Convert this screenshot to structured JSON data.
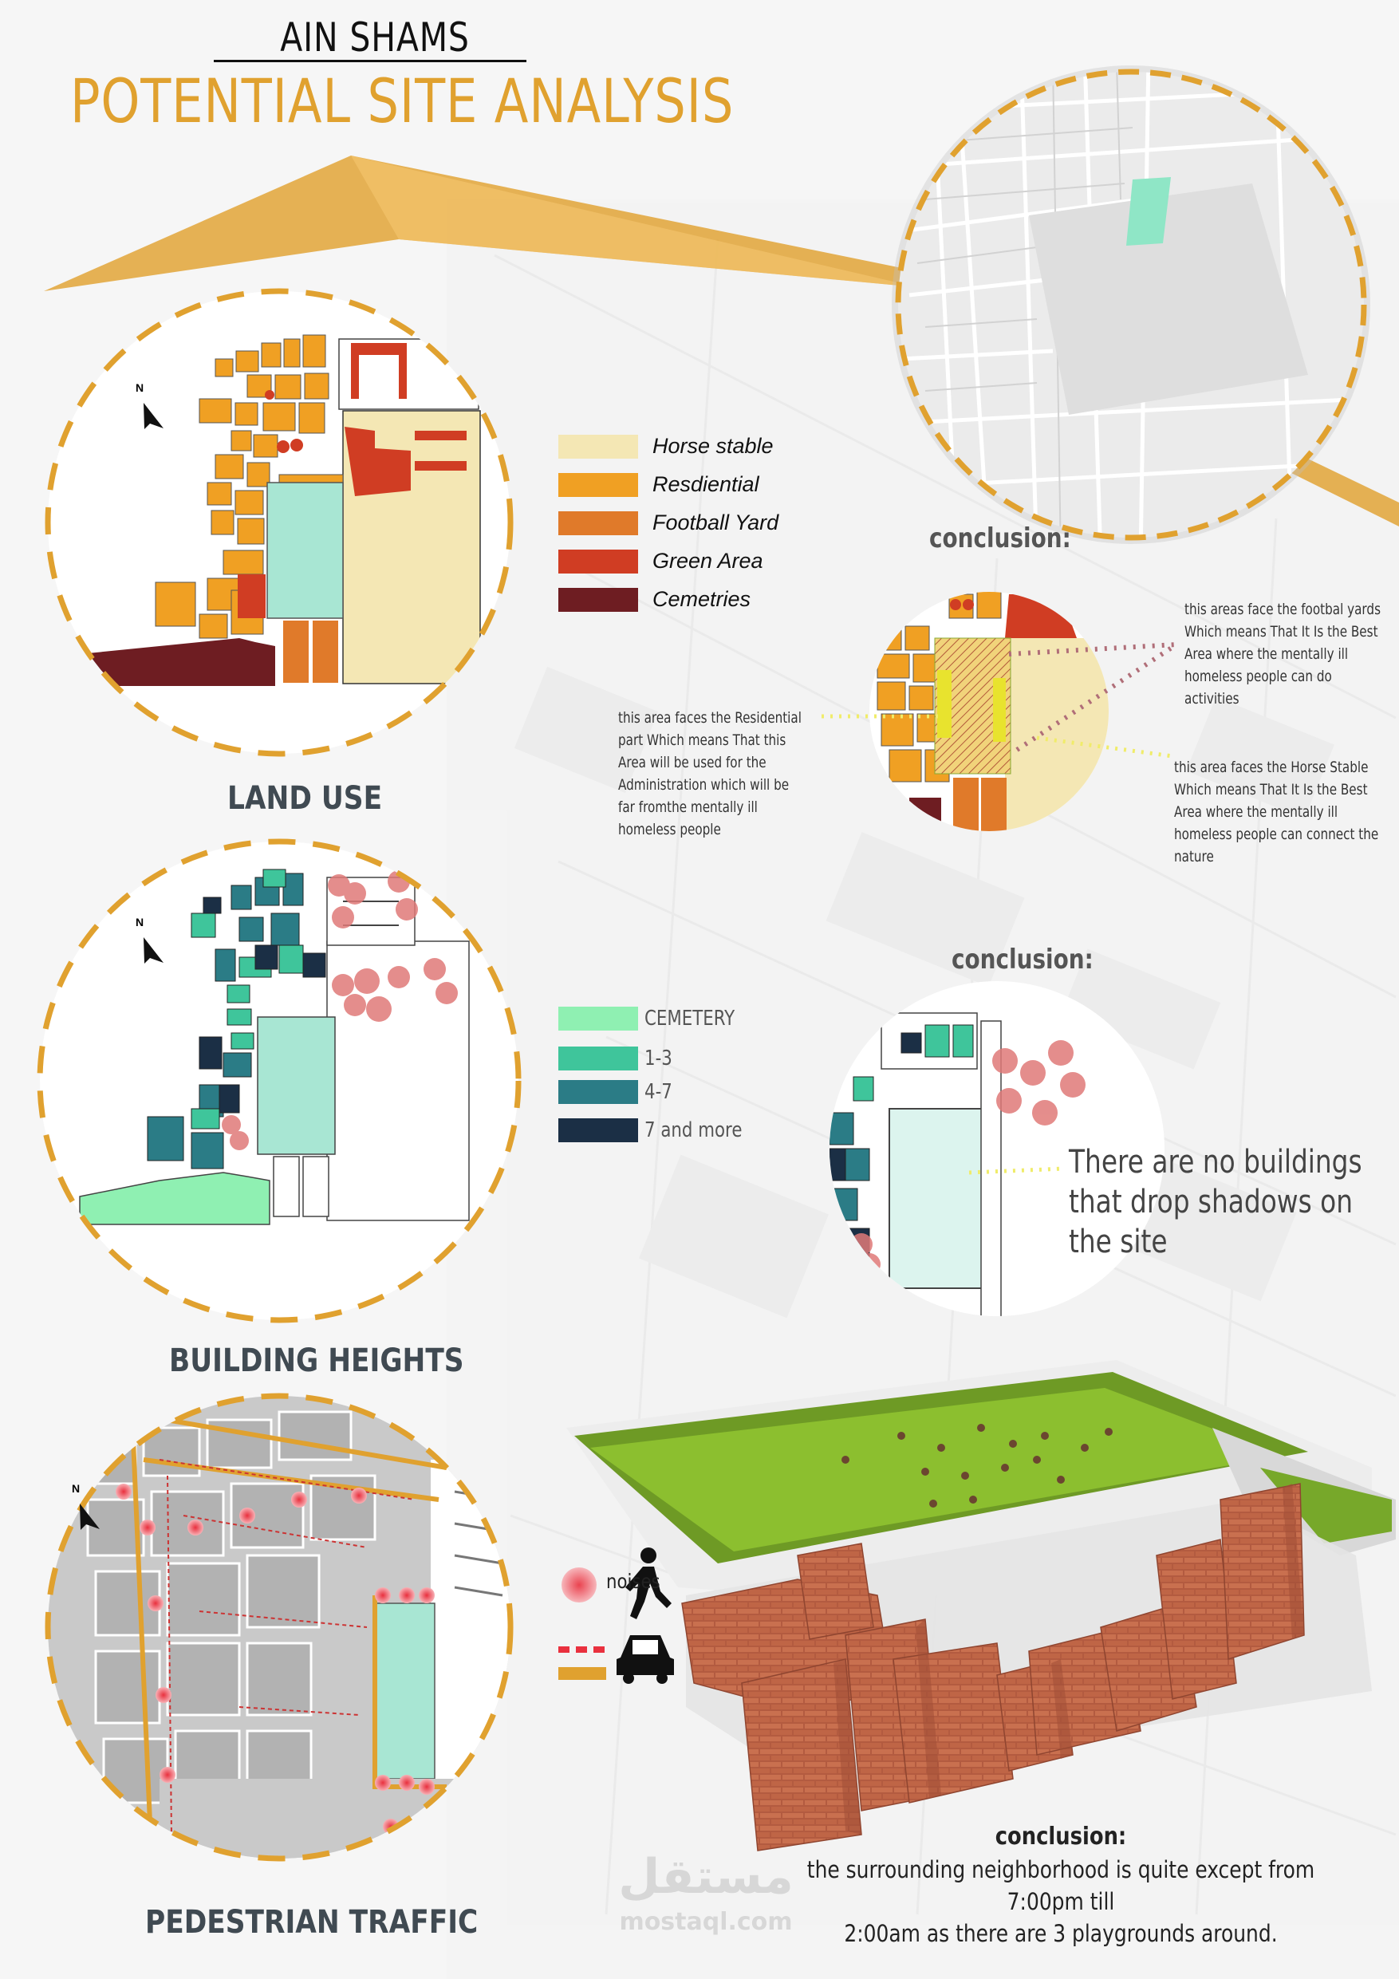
{
  "header": {
    "location": "AIN SHAMS",
    "title": "POTENTIAL SITE ANALYSIS"
  },
  "land_use": {
    "title": "LAND USE",
    "legend": [
      {
        "label": "Horse stable",
        "color": "#f4e7b4"
      },
      {
        "label": "Resdiential",
        "color": "#f0a023"
      },
      {
        "label": "Football Yard",
        "color": "#e07a2a"
      },
      {
        "label": "Green Area",
        "color": "#d03d23"
      },
      {
        "label": "Cemetries",
        "color": "#6e1d22"
      }
    ],
    "conclusion": {
      "heading": "conclusion:",
      "note_left": "this area faces the Residential part Which means That this Area will be used for the Administration which will be far fromthe mentally ill homeless people",
      "note_top_right": "this areas face the footbal yards Which means That It Is the Best Area where the mentally ill homeless people can do activities",
      "note_bottom_right": "this area faces the Horse Stable Which means That It Is the Best Area where the mentally ill homeless people can connect the nature"
    }
  },
  "building_heights": {
    "title": "BUILDING HEIGHTS",
    "legend": [
      {
        "label": "CEMETERY",
        "color": "#8ff0b2"
      },
      {
        "label": "1-3",
        "color": "#3fc59b"
      },
      {
        "label": "4-7",
        "color": "#2b7c86"
      },
      {
        "label": "7 and more",
        "color": "#1b2f45"
      }
    ],
    "conclusion": {
      "heading": "conclusion:",
      "note": "There are no buildings that drop shadows on the site"
    }
  },
  "pedestrian_traffic": {
    "title": "PEDESTRIAN TRAFFIC",
    "legend": [
      {
        "label": "noises",
        "icon": "noise-icon"
      },
      {
        "label": "",
        "icon": "pedestrian-icon"
      },
      {
        "label": "",
        "icon": "car-icon"
      }
    ],
    "conclusion": {
      "heading": "conclusion:",
      "text_line1": "the surrounding neighborhood is quite except from 7:00pm till",
      "text_line2": "2:00am as there are 3 playgrounds around."
    }
  },
  "watermark": {
    "arabic": "مستقل",
    "latin": "mostaql.com"
  },
  "colors": {
    "accent": "#e0a12f",
    "dash": "#e0a12f",
    "residential": "#f0a023",
    "site_teal": "#a8e6d3",
    "noise_red": "#e9303e"
  },
  "north_label": "N"
}
